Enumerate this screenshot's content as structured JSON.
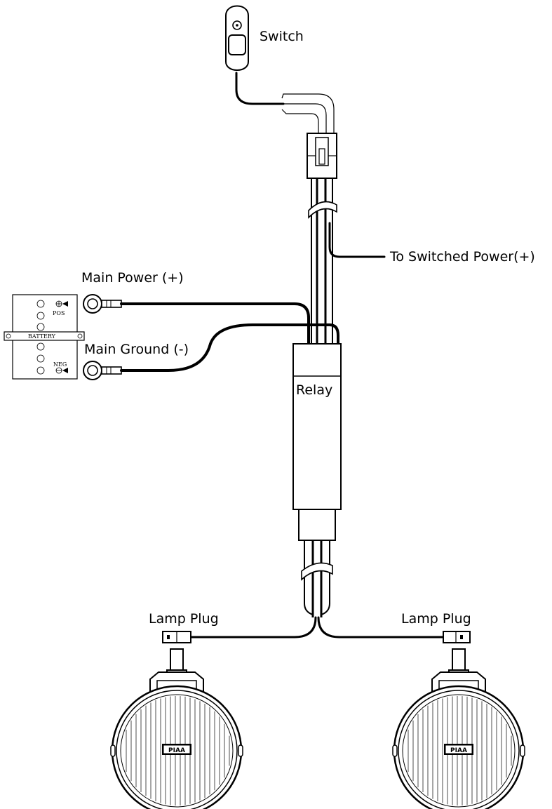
{
  "labels": {
    "switch": "Switch",
    "to_switched_power": "To Switched Power(+)",
    "main_power": "Main Power (+)",
    "main_ground": "Main Ground (-)",
    "relay": "Relay",
    "lamp_plug_left": "Lamp Plug",
    "lamp_plug_right": "Lamp Plug"
  },
  "battery": {
    "pos": "POS",
    "neg": "NEG",
    "band": "BATTERY"
  },
  "lamps": {
    "brand_left": "PIAA",
    "brand_right": "PIAA"
  }
}
